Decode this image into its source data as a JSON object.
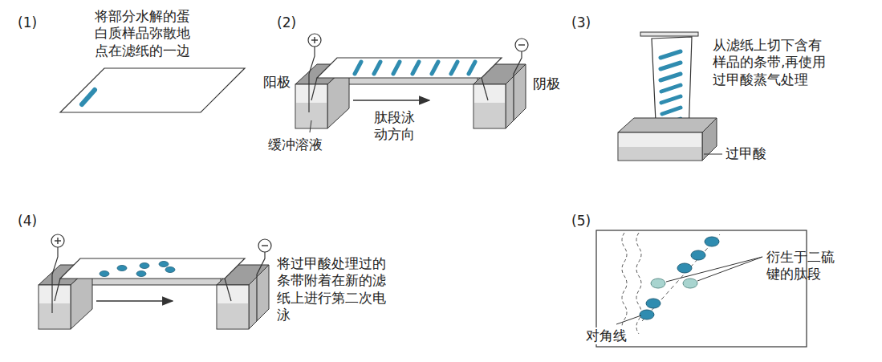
{
  "diagram": {
    "labels": [
      "(1)",
      "将部分水解的蛋白质样品弥散地点在滤纸的一边",
      "(2)",
      "阳极",
      "阴极",
      "缓冲溶液",
      "肽段泳动方向",
      "(3)",
      "从滤纸上切下含有样品的条带,再使用过甲酸蒸气处理",
      "过甲酸",
      "(4)",
      "将过甲酸处理过的条带附着在新的滤纸上进行第二次电泳",
      "(5)",
      "衍生于二硫键的肽段",
      "对角线"
    ]
  }
}
